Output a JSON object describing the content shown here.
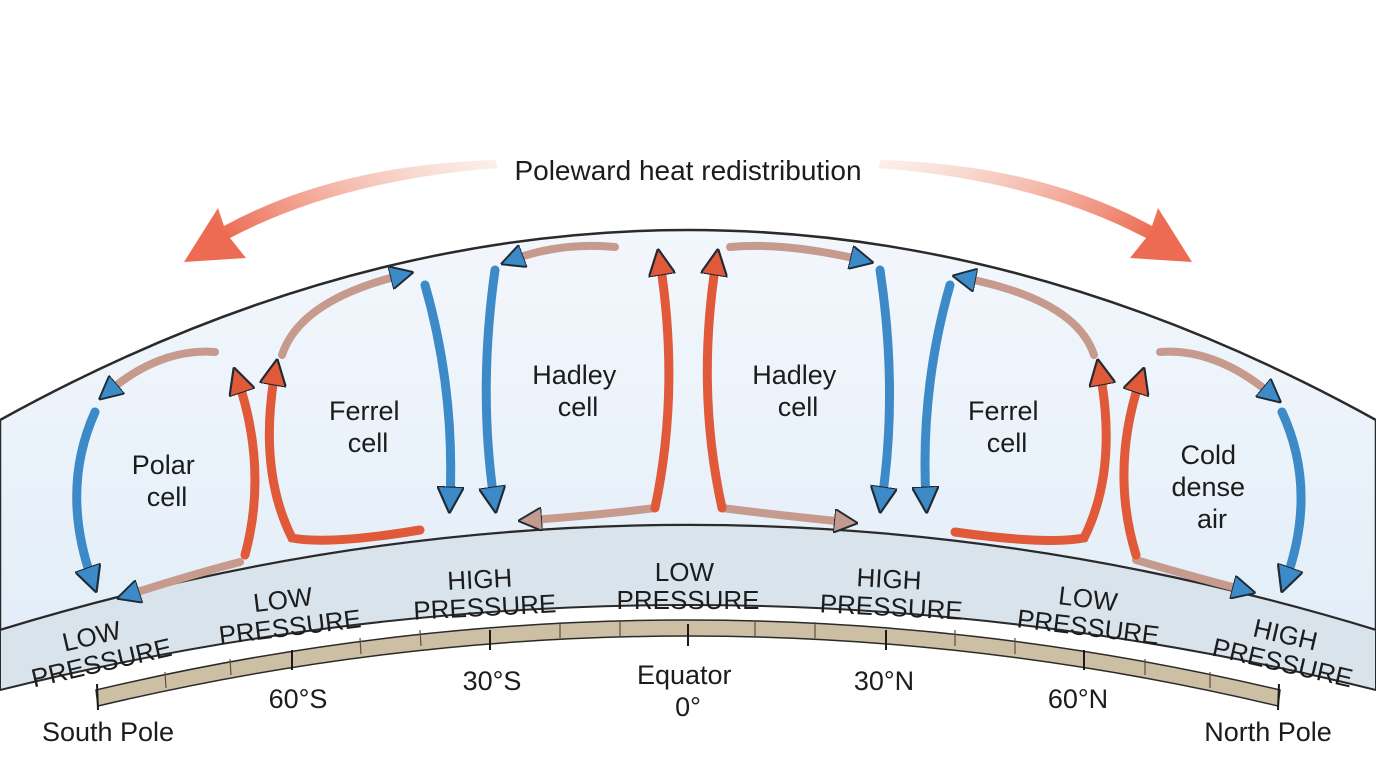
{
  "title": "Poleward heat redistribution",
  "cells": [
    {
      "id": "polar-south",
      "lines": [
        "Polar",
        "cell"
      ]
    },
    {
      "id": "ferrel-south",
      "lines": [
        "Ferrel",
        "cell"
      ]
    },
    {
      "id": "hadley-south",
      "lines": [
        "Hadley",
        "cell"
      ]
    },
    {
      "id": "hadley-north",
      "lines": [
        "Hadley",
        "cell"
      ]
    },
    {
      "id": "ferrel-north",
      "lines": [
        "Ferrel",
        "cell"
      ]
    },
    {
      "id": "cold-air-north",
      "lines": [
        "Cold",
        "dense",
        "air"
      ]
    }
  ],
  "pressure_zones": [
    {
      "id": "south-pole",
      "lines": [
        "LOW",
        "PRESSURE"
      ]
    },
    {
      "id": "60s",
      "lines": [
        "LOW",
        "PRESSURE"
      ]
    },
    {
      "id": "30s",
      "lines": [
        "HIGH",
        "PRESSURE"
      ]
    },
    {
      "id": "equator",
      "lines": [
        "LOW",
        "PRESSURE"
      ]
    },
    {
      "id": "30n",
      "lines": [
        "HIGH",
        "PRESSURE"
      ]
    },
    {
      "id": "60n",
      "lines": [
        "LOW",
        "PRESSURE"
      ]
    },
    {
      "id": "north-pole",
      "lines": [
        "HIGH",
        "PRESSURE"
      ]
    }
  ],
  "latitudes": [
    {
      "id": "south-pole",
      "lines": [
        "South Pole"
      ]
    },
    {
      "id": "60s",
      "lines": [
        "60°S"
      ]
    },
    {
      "id": "30s",
      "lines": [
        "30°S"
      ]
    },
    {
      "id": "equator",
      "lines": [
        "Equator",
        "0°"
      ]
    },
    {
      "id": "30n",
      "lines": [
        "30°N"
      ]
    },
    {
      "id": "60n",
      "lines": [
        "60°N"
      ]
    },
    {
      "id": "north-pole",
      "lines": [
        "North Pole"
      ]
    }
  ],
  "colors": {
    "warm_air": "#e05a3a",
    "cold_air": "#3d8ac9",
    "atmosphere": "#e6f0f9",
    "surface_band": "#d4e0ea",
    "ground": "#cdbfa4",
    "heat_arrow": "#ef7f68"
  }
}
